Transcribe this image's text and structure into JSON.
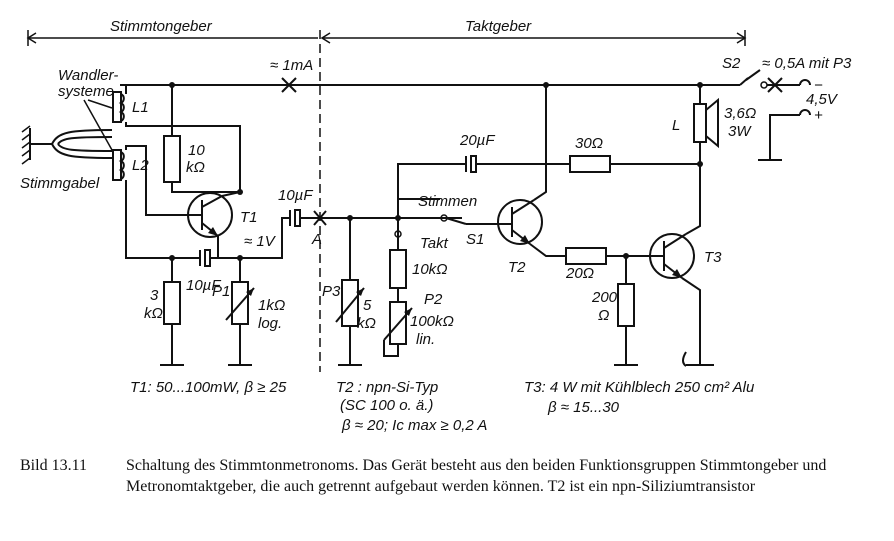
{
  "schematic": {
    "sections": {
      "left": "Stimmtongeber",
      "right": "Taktgeber"
    },
    "labels": {
      "wandler": [
        "Wandler-",
        "systeme"
      ],
      "stimmgabel": "Stimmgabel",
      "l1": "L1",
      "l2": "L2",
      "current_1ma": "≈ 1mA",
      "r10k_top": "10",
      "r10k_bot": "kΩ",
      "t1": "T1",
      "v1": "≈ 1V",
      "c10uf_a": "10µF",
      "node_a": "A",
      "c10uf_b": "10µF",
      "r3k_top": "3",
      "r3k_bot": "kΩ",
      "p1": "P1",
      "p1_val_top": "1kΩ",
      "p1_val_bot": "log.",
      "p3": "P3",
      "p3_val_top": "5",
      "p3_val_bot": "kΩ",
      "stimmen": "Stimmen",
      "takt": "Takt",
      "s1": "S1",
      "c20uf": "20µF",
      "r30": "30Ω",
      "r10k_t2": "10kΩ",
      "p2": "P2",
      "p2_val_top": "100kΩ",
      "p2_val_bot": "lin.",
      "t2": "T2",
      "r20": "20Ω",
      "r200_top": "200",
      "r200_bot": "Ω",
      "t3": "T3",
      "s2": "S2",
      "current_05a": "≈ 0,5A mit P3",
      "minus": "−",
      "plus": "+",
      "v45": "4,5V",
      "spk_l": "L",
      "spk_val_top": "3,6Ω",
      "spk_val_bot": "3W"
    },
    "notes": {
      "t1_spec": "T1: 50...100mW, β ≥ 25",
      "t2_spec_1": "T2 : npn-Si-Typ",
      "t2_spec_2": "(SC 100 o. ä.)",
      "t2_spec_3": "β ≈ 20; Ic max ≥ 0,2 A",
      "t3_spec_1": "T3: 4 W mit Kühlblech 250 cm² Alu",
      "t3_spec_2": "β ≈ 15...30"
    }
  },
  "caption": {
    "number": "Bild 13.11",
    "text": "Schaltung des Stimmtonmetronoms. Das Gerät besteht aus den beiden Funktionsgruppen Stimmtongeber und Metronomtaktgeber, die auch getrennt aufgebaut werden können. T2 ist ein npn-Siliziumtransistor"
  }
}
